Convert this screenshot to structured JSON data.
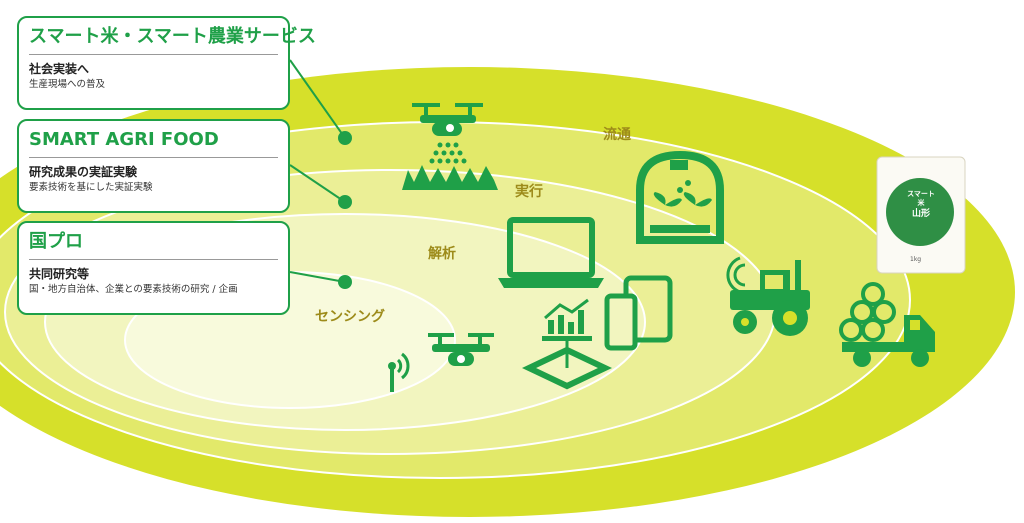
{
  "cards": [
    {
      "title": "スマート米・スマート農業サービス",
      "subtitle": "社会実装へ",
      "description": "生産現場への普及"
    },
    {
      "title": "SMART AGRI FOOD",
      "subtitle": "研究成果の実証実験",
      "description": "要素技術を基にした実証実験"
    },
    {
      "title": "国プロ",
      "subtitle": "共同研究等",
      "description": "国・地方自治体、企業との要素技術の研究 / 企画"
    }
  ],
  "stages": {
    "distribution": "流通",
    "execution": "実行",
    "analysis": "解析",
    "sensing": "センシング"
  },
  "rice_bag": {
    "brand": "スマート米",
    "region": "山形",
    "weight": "1kg"
  },
  "colors": {
    "green": "#1fa048",
    "outer": "#d6e02a",
    "label": "#9d8b1a"
  }
}
